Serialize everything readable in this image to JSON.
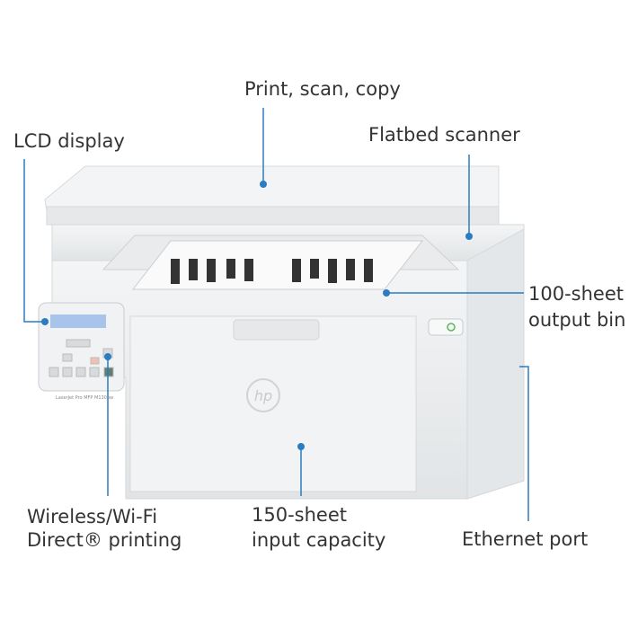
{
  "callouts": {
    "print_scan_copy": "Print, scan, copy",
    "flatbed_scanner": "Flatbed scanner",
    "lcd_display": "LCD display",
    "output_bin_line1": "100-sheet",
    "output_bin_line2": "output bin",
    "wireless_line1": "Wireless/Wi-Fi",
    "wireless_line2": "Direct® printing",
    "input_line1": "150-sheet",
    "input_line2": "input capacity",
    "ethernet_port": "Ethernet port"
  },
  "brand": {
    "logo_text": "hp",
    "model_text": "LaserJet Pro MFP M130nw"
  },
  "colors": {
    "callout": "#2b7cc0",
    "text": "#333333",
    "printer_body": "#eef0f1"
  }
}
